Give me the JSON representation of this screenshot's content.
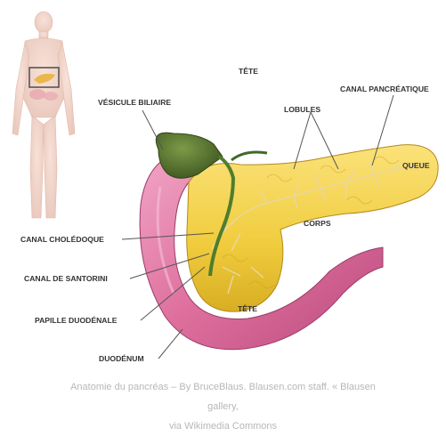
{
  "labels": {
    "tete_top": "TÊTE",
    "vesicule": "VÉSICULE BILIAIRE",
    "lobules": "LOBULES",
    "canal_pancreatique": "CANAL PANCRÉATIQUE",
    "queue": "QUEUE",
    "corps": "CORPS",
    "canal_choledoque": "CANAL CHOLÉDOQUE",
    "canal_santorini": "CANAL DE SANTORINI",
    "papille": "PAPILLE DUODÉNALE",
    "tete_head": "TÊTE",
    "duodenum": "DUODÉNUM"
  },
  "caption": {
    "line1": "Anatomie du pancréas  – By BruceBlaus. Blausen.com staff. « Blausen",
    "line2": "gallery,",
    "line3": "via Wikimedia Commons"
  },
  "colors": {
    "pancreas": "#f3d34a",
    "duodenum": "#e07aa6",
    "gallbladder": "#4d6b2a"
  }
}
